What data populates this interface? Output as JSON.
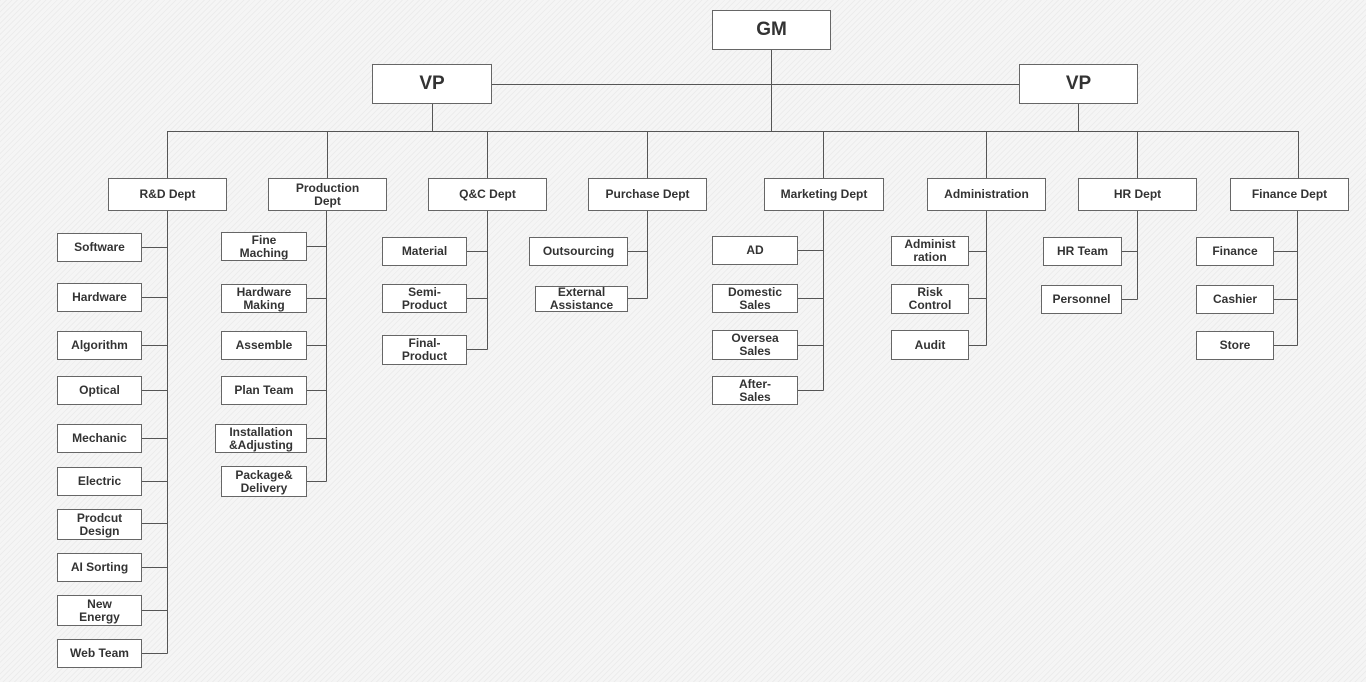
{
  "colors": {
    "line": "#555555",
    "box_border": "#666666",
    "box_fill": "#ffffff",
    "text": "#333333"
  },
  "org": {
    "gm": "GM",
    "vp_left": "VP",
    "vp_right": "VP",
    "departments": [
      {
        "name": "R&D Dept",
        "teams": [
          "Software",
          "Hardware",
          "Algorithm",
          "Optical",
          "Mechanic",
          "Electric",
          "Prodcut\nDesign",
          "AI Sorting",
          "New\nEnergy",
          "Web Team"
        ]
      },
      {
        "name": "Production\nDept",
        "teams": [
          "Fine\nMaching",
          "Hardware\nMaking",
          "Assemble",
          "Plan Team",
          "Installation\n&Adjusting",
          "Package&\nDelivery"
        ]
      },
      {
        "name": "Q&C Dept",
        "teams": [
          "Material",
          "Semi-\nProduct",
          "Final-\nProduct"
        ]
      },
      {
        "name": "Purchase Dept",
        "teams": [
          "Outsourcing",
          "External\nAssistance"
        ]
      },
      {
        "name": "Marketing Dept",
        "teams": [
          "AD",
          "Domestic\nSales",
          "Oversea\nSales",
          "After-\nSales"
        ]
      },
      {
        "name": "Administration",
        "teams": [
          "Administ\nration",
          "Risk\nControl",
          "Audit"
        ]
      },
      {
        "name": "HR Dept",
        "teams": [
          "HR Team",
          "Personnel"
        ]
      },
      {
        "name": "Finance Dept",
        "teams": [
          "Finance",
          "Cashier",
          "Store"
        ]
      }
    ]
  }
}
